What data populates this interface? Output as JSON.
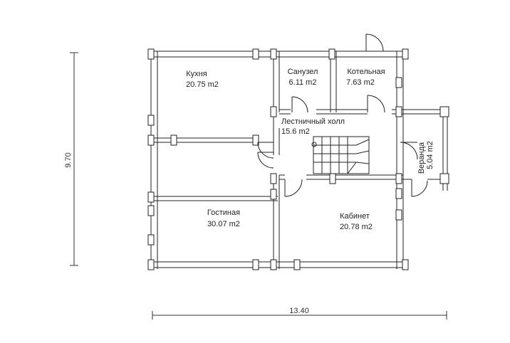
{
  "rooms": [
    {
      "id": "kitchen",
      "name": "Кухня",
      "area": "20.75 m2"
    },
    {
      "id": "bathroom",
      "name": "Санузел",
      "area": "6.11 m2"
    },
    {
      "id": "boiler",
      "name": "Котельная",
      "area": "7.63 m2"
    },
    {
      "id": "hall",
      "name": "Лестничный холл",
      "area": "15.6 m2"
    },
    {
      "id": "living",
      "name": "Гостиная",
      "area": "30.07 m2"
    },
    {
      "id": "study",
      "name": "Кабинет",
      "area": "20.78 m2"
    },
    {
      "id": "veranda",
      "name": "Веранда",
      "area": "5.04 m2"
    }
  ],
  "dimensions": {
    "width": "13.40",
    "height": "9.70"
  }
}
